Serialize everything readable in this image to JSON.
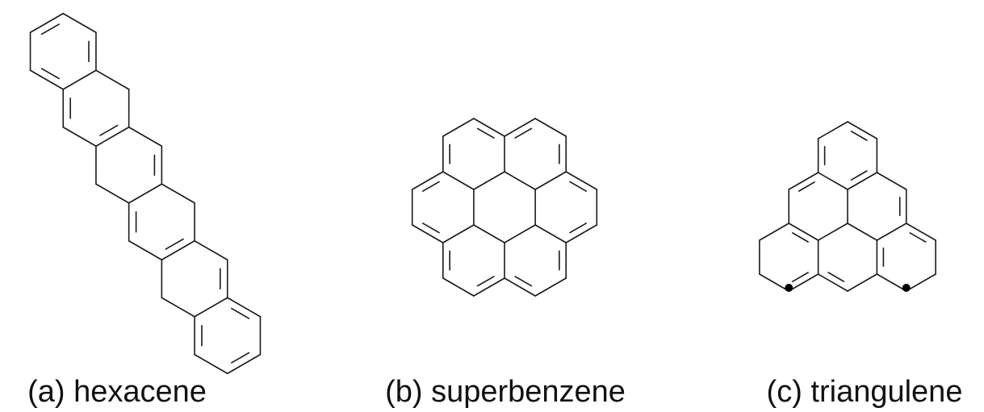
{
  "figure": {
    "panels": [
      {
        "id": "hexacene",
        "caption": "(a) hexacene",
        "ring_count": 6
      },
      {
        "id": "superbenzene",
        "caption": "(b) superbenzene",
        "ring_count": 7
      },
      {
        "id": "triangulene",
        "caption": "(c) triangulene",
        "ring_count": 6,
        "radical_dots": 2
      }
    ]
  },
  "colors": {
    "bond": "#1a1a1a",
    "radical_dot": "#000000",
    "background": "#ffffff"
  }
}
